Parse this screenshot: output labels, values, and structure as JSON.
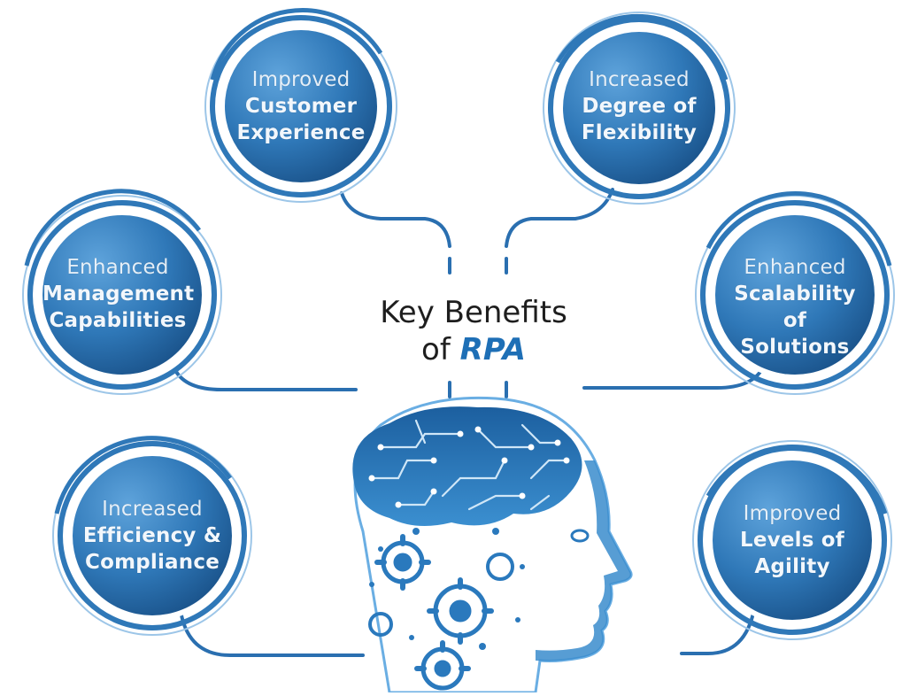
{
  "center_title": {
    "line1": "Key Benefits",
    "line2_prefix": "of",
    "line2_highlight": "RPA"
  },
  "benefits": [
    {
      "lines": [
        "Improved",
        "Customer",
        "Experience"
      ]
    },
    {
      "lines": [
        "Increased",
        "Degree of",
        "Flexibility"
      ]
    },
    {
      "lines": [
        "Enhanced",
        "Management",
        "Capabilities"
      ]
    },
    {
      "lines": [
        "Enhanced",
        "Scalability of",
        "Solutions"
      ]
    },
    {
      "lines": [
        "Increased",
        "Efficiency &",
        "Compliance"
      ]
    },
    {
      "lines": [
        "Improved",
        "Levels of",
        "Agility"
      ]
    }
  ],
  "colors": {
    "bubble_light": "#4a93cf",
    "bubble_dark": "#1b5a93",
    "ring": "#2f78b8",
    "connector": "#2a6fb0",
    "accent": "#1e6fb6",
    "head": "#2a79bd"
  },
  "icons": [
    "brain-circuit-icon",
    "gear-icon",
    "head-profile-icon"
  ]
}
